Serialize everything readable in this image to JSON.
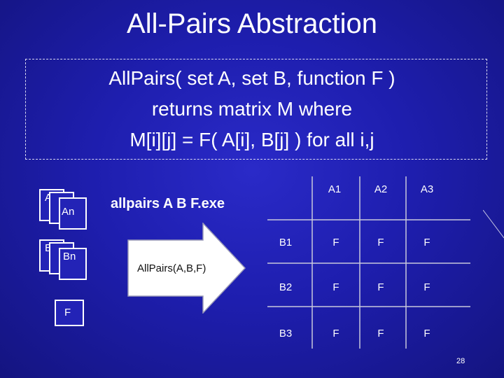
{
  "title": "All-Pairs Abstraction",
  "definition": {
    "line1": "AllPairs( set A, set B, function F )",
    "line2": "returns matrix M where",
    "line3": "M[i][j] = F( A[i], B[j] ) for all i,j"
  },
  "inputs": {
    "set_a_front_label": "An",
    "set_a_back_label": "A",
    "set_b_front_label": "Bn",
    "set_b_back_label": "B",
    "function_label": "F"
  },
  "command": "allpairs A B F.exe",
  "arrow_label": "AllPairs(A,B,F)",
  "matrix": {
    "col_headers": [
      "A1",
      "A2",
      "A3"
    ],
    "row_headers": [
      "B1",
      "B2",
      "B3"
    ],
    "cells": [
      [
        "F",
        "F",
        "F"
      ],
      [
        "F",
        "F",
        "F"
      ],
      [
        "F",
        "F",
        "F"
      ]
    ]
  },
  "page_number": "28",
  "colors": {
    "background": "#1e1eae",
    "text": "#ffffff",
    "grid": "#c8c8dc"
  }
}
